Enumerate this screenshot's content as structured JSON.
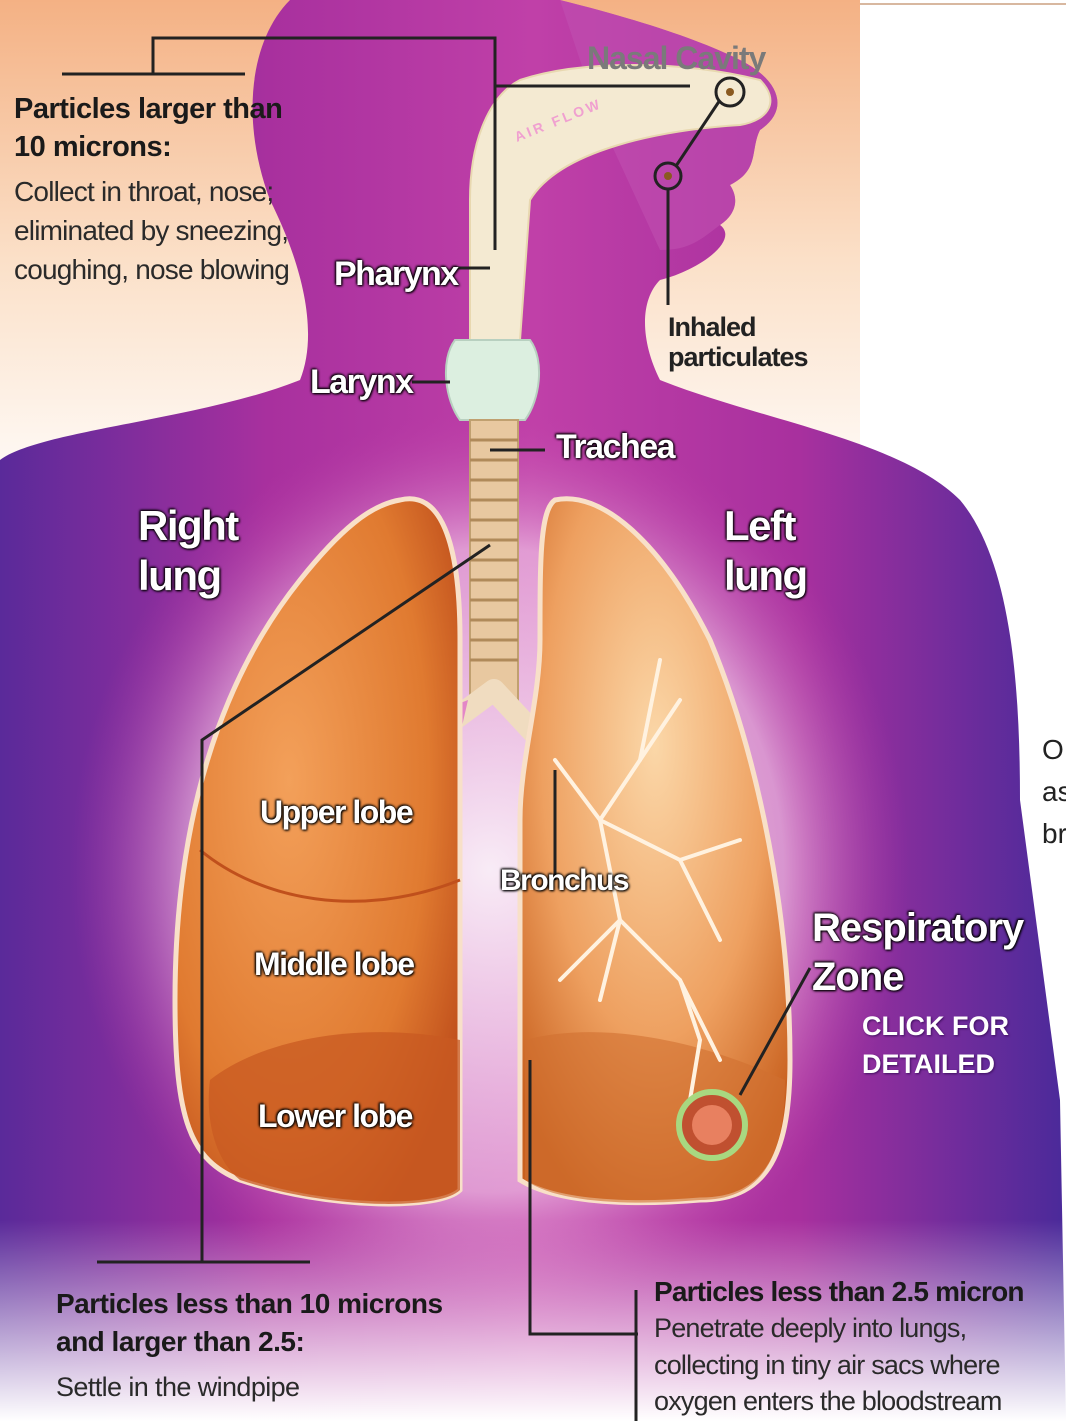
{
  "labels": {
    "nasal_cavity": "Nasal Cavity",
    "air_flow": "AIR FLOW",
    "pharynx": "Pharynx",
    "larynx": "Larynx",
    "trachea": "Trachea",
    "right_lung_1": "Right",
    "right_lung_2": "lung",
    "left_lung_1": "Left",
    "left_lung_2": "lung",
    "upper_lobe": "Upper lobe",
    "middle_lobe": "Middle lobe",
    "lower_lobe": "Lower lobe",
    "bronchus": "Bronchus",
    "respiratory_zone_1": "Respiratory",
    "respiratory_zone_2": "Zone",
    "click_1": "CLICK FOR",
    "click_2": "DETAILED",
    "inhaled_1": "Inhaled",
    "inhaled_2": "particulates",
    "cut_text_1": "O",
    "cut_text_2": "as",
    "cut_text_3": "br"
  },
  "notes": {
    "large": {
      "title_1": "Particles larger than",
      "title_2": "10 microns:",
      "body_1": "Collect in throat, nose;",
      "body_2": "eliminated by sneezing,",
      "body_3": "coughing, nose blowing"
    },
    "medium": {
      "title_1": "Particles less than 10 microns",
      "title_2": "and larger than 2.5:",
      "body_1": "Settle in the windpipe"
    },
    "small": {
      "title_1": "Particles less than 2.5 micron",
      "body_1": "Penetrate deeply into lungs,",
      "body_2": "collecting in tiny air sacs where",
      "body_3": "oxygen enters the bloodstream"
    }
  },
  "colors": {
    "skin": "#b0309e",
    "skin_dark": "#6a1f9a",
    "lung": "#e8843a",
    "lung_dark": "#c8501e",
    "airway": "#f2e6c8",
    "peach_bg": "#f7c9a0"
  }
}
